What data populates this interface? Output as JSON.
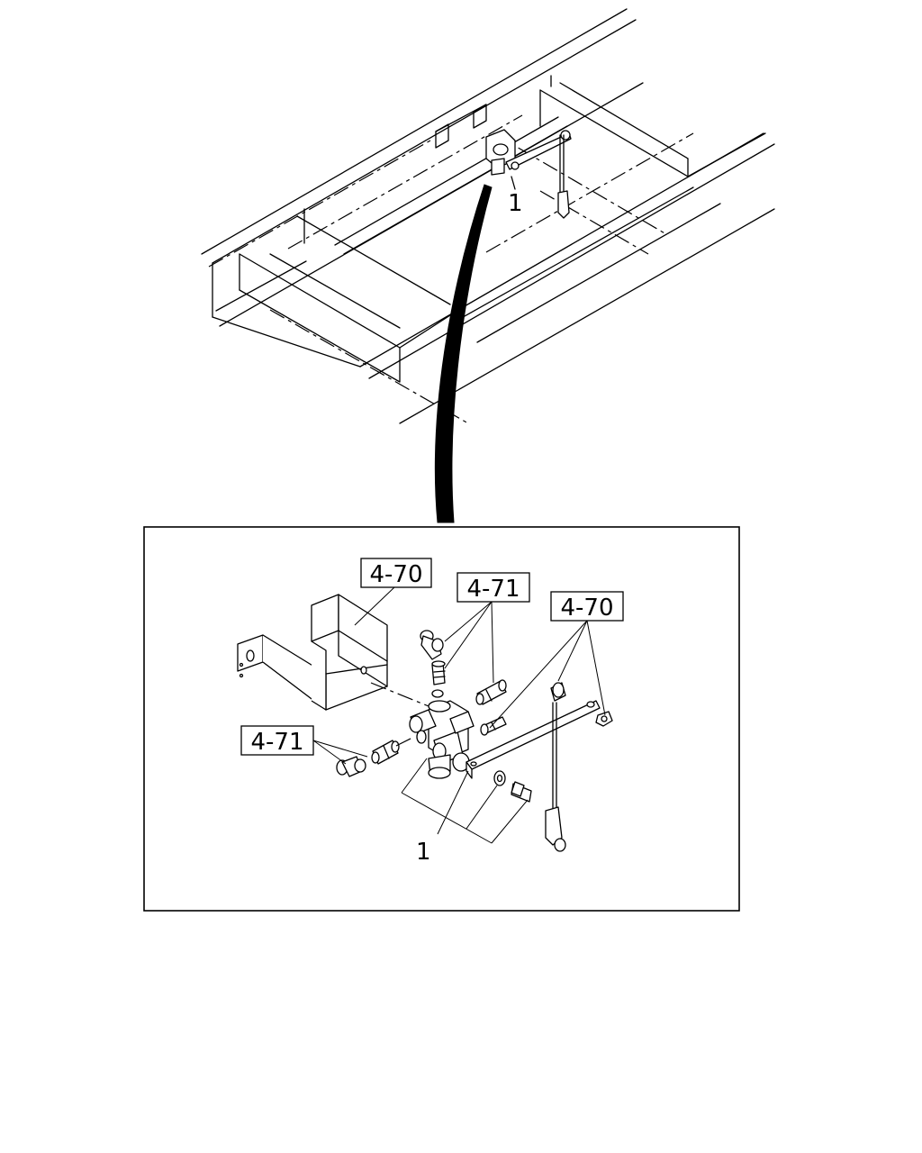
{
  "callouts": {
    "overview_item": "1",
    "bracket_ref_top": "4-70",
    "fitting_ref_top": "4-71",
    "linkage_ref_right": "4-70",
    "fitting_ref_left": "4-71",
    "detail_item": "1"
  }
}
